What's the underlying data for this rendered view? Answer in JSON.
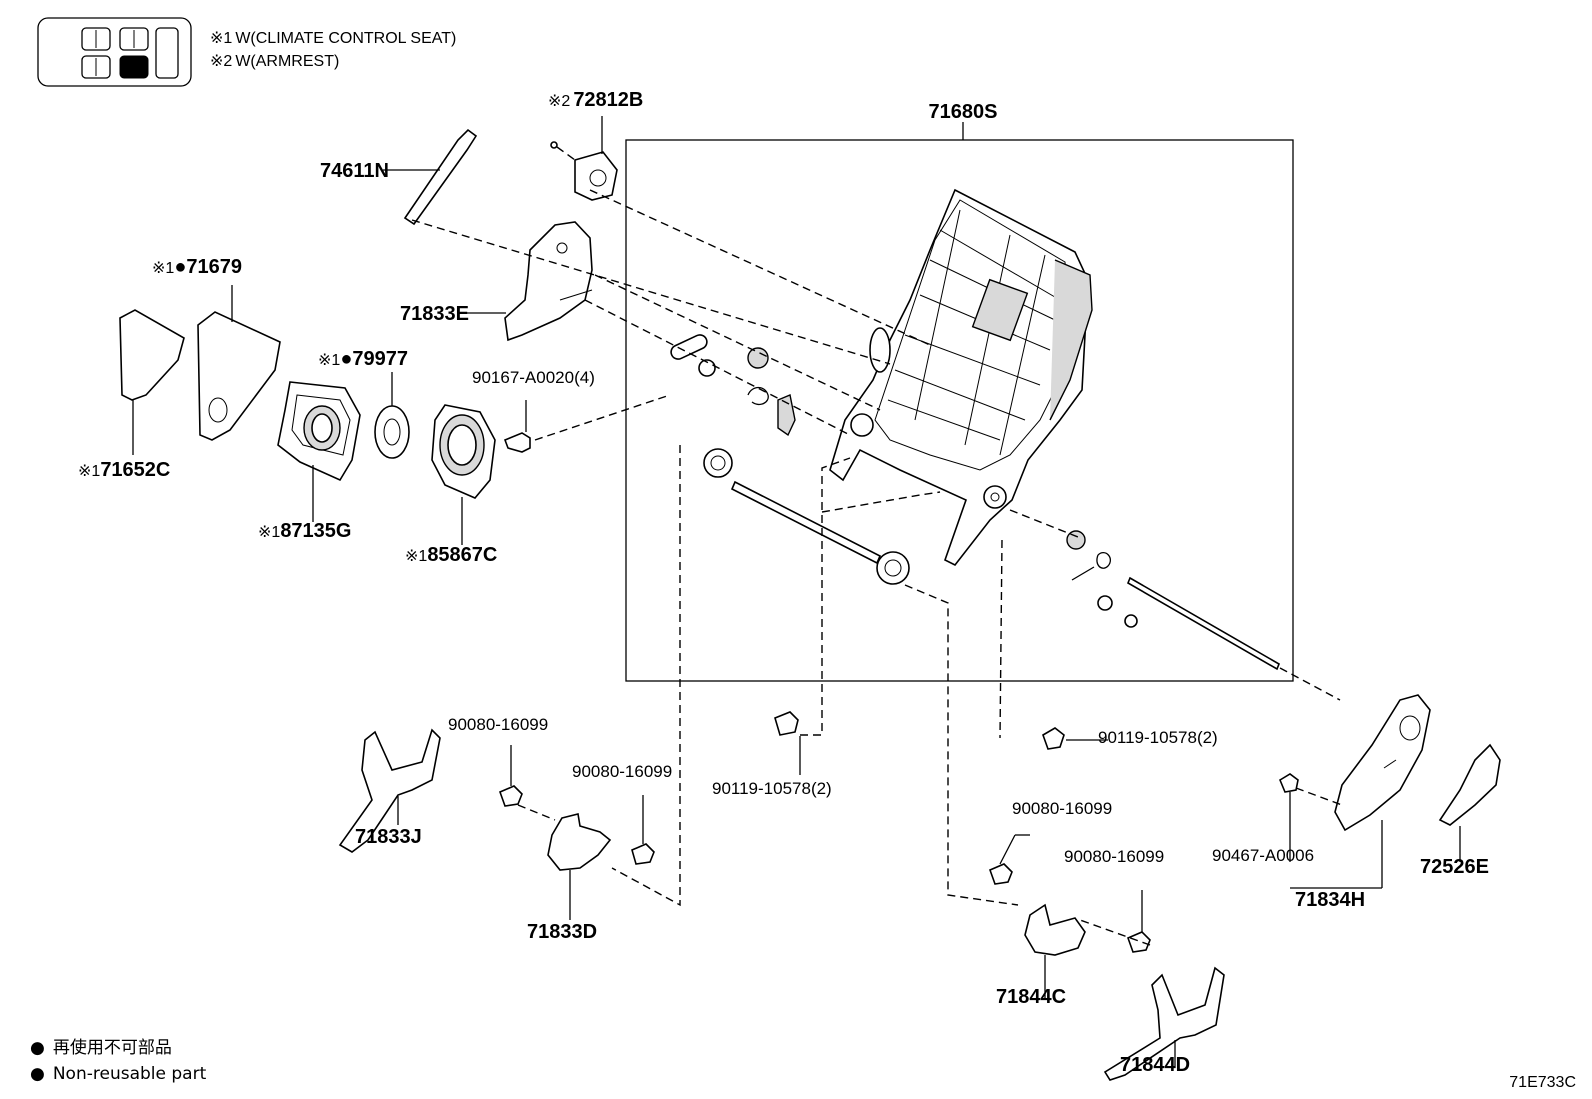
{
  "notes": [
    {
      "marker": "※1",
      "text": "W(CLIMATE CONTROL SEAT)"
    },
    {
      "marker": "※2",
      "text": "W(ARMREST)"
    }
  ],
  "parts": {
    "p72812B": {
      "marker": "※2",
      "number": "72812B"
    },
    "p71680S": {
      "number": "71680S"
    },
    "p74611N": {
      "number": "74611N"
    },
    "p71679": {
      "marker": "※1",
      "dot": "●",
      "number": "71679"
    },
    "p71833E": {
      "number": "71833E"
    },
    "p79977": {
      "marker": "※1",
      "dot": "●",
      "number": "79977"
    },
    "p90167": {
      "number": "90167-A0020(4)"
    },
    "p71652C": {
      "marker": "※1",
      "number": "71652C"
    },
    "p87135G": {
      "marker": "※1",
      "number": "87135G"
    },
    "p85867C": {
      "marker": "※1",
      "number": "85867C"
    },
    "p90080a": {
      "number": "90080-16099"
    },
    "p90080b": {
      "number": "90080-16099"
    },
    "p90119a": {
      "number": "90119-10578(2)"
    },
    "p90119b": {
      "number": "90119-10578(2)"
    },
    "p71833J": {
      "number": "71833J"
    },
    "p71833D": {
      "number": "71833D"
    },
    "p90080c": {
      "number": "90080-16099"
    },
    "p90080d": {
      "number": "90080-16099"
    },
    "p90467": {
      "number": "90467-A0006"
    },
    "p71834H": {
      "number": "71834H"
    },
    "p72526E": {
      "number": "72526E"
    },
    "p71844C": {
      "number": "71844C"
    },
    "p71844D": {
      "number": "71844D"
    }
  },
  "legend": [
    {
      "symbol": "●",
      "text": "再使用不可部品"
    },
    {
      "symbol": "●",
      "text": "Non-reusable part"
    }
  ],
  "figure_code": "71E733C"
}
